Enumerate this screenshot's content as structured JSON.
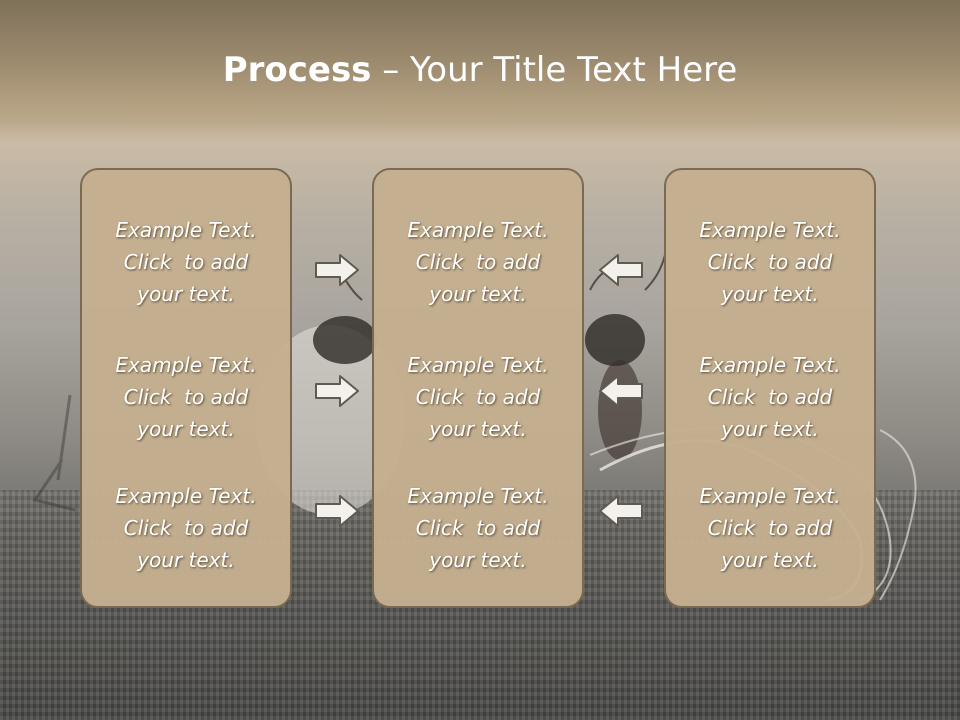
{
  "title": {
    "bold": "Process",
    "rest": " – Your Title Text Here"
  },
  "columns": [
    {
      "items": [
        {
          "line1": "Example Text.",
          "line2": "Click  to add",
          "line3": "your text."
        },
        {
          "line1": "Example Text.",
          "line2": "Click  to add",
          "line3": "your text."
        },
        {
          "line1": "Example Text.",
          "line2": "Click  to add",
          "line3": "your text."
        }
      ]
    },
    {
      "items": [
        {
          "line1": "Example Text.",
          "line2": "Click  to add",
          "line3": "your text."
        },
        {
          "line1": "Example Text.",
          "line2": "Click  to add",
          "line3": "your text."
        },
        {
          "line1": "Example Text.",
          "line2": "Click  to add",
          "line3": "your text."
        }
      ]
    },
    {
      "items": [
        {
          "line1": "Example Text.",
          "line2": "Click  to add",
          "line3": "your text."
        },
        {
          "line1": "Example Text.",
          "line2": "Click  to add",
          "line3": "your text."
        },
        {
          "line1": "Example Text.",
          "line2": "Click  to add",
          "line3": "your text."
        }
      ]
    }
  ],
  "arrows": {
    "left_group": "arrow-right-icon",
    "right_group": "arrow-left-icon"
  },
  "colors": {
    "panel_fill": "#c4b090",
    "panel_border": "#7a6a52",
    "title_text": "#ffffff",
    "body_text": "#ffffff"
  }
}
